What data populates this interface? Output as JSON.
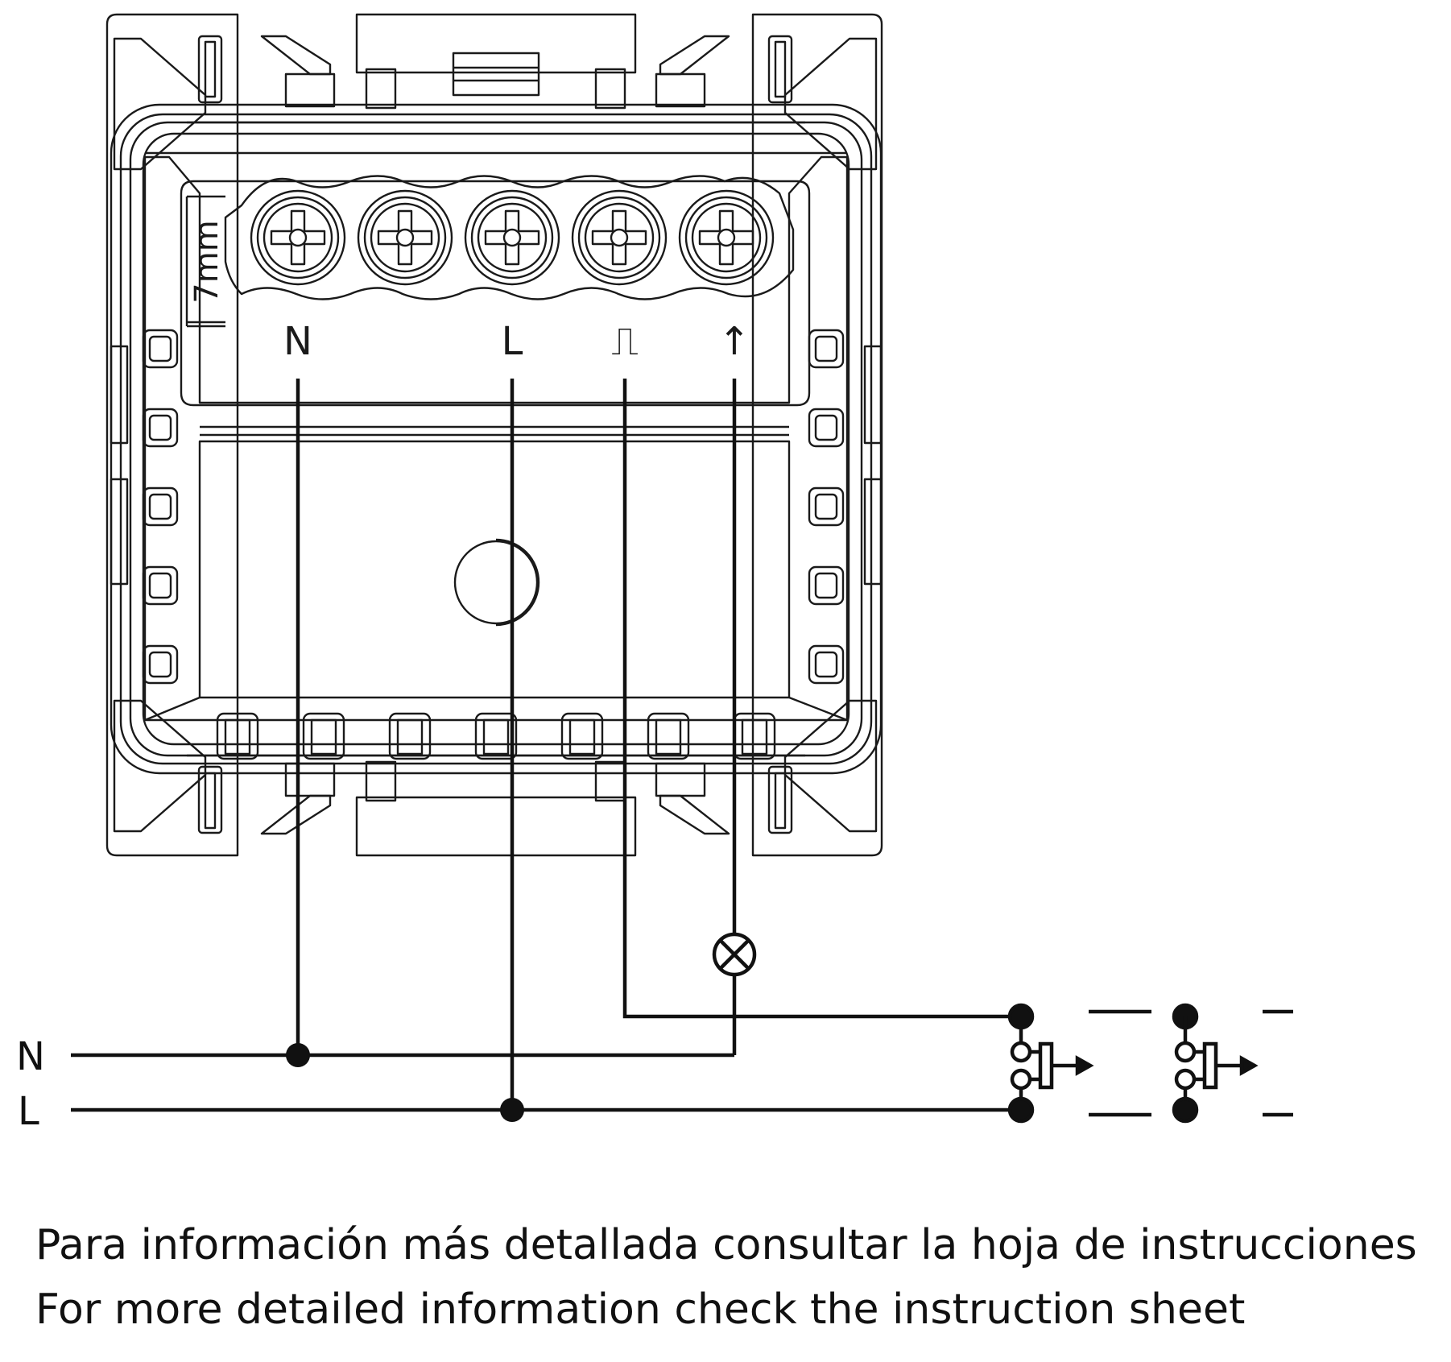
{
  "device": {
    "terminal_labels": [
      "N",
      "L",
      "⎍",
      "↑"
    ],
    "strip_length": "7mm"
  },
  "lines": {
    "neutral": "N",
    "live": "L"
  },
  "notes": {
    "es": "Para información más detallada consultar la hoja de instrucciones",
    "en": "For more detailed information check the instruction sheet"
  }
}
